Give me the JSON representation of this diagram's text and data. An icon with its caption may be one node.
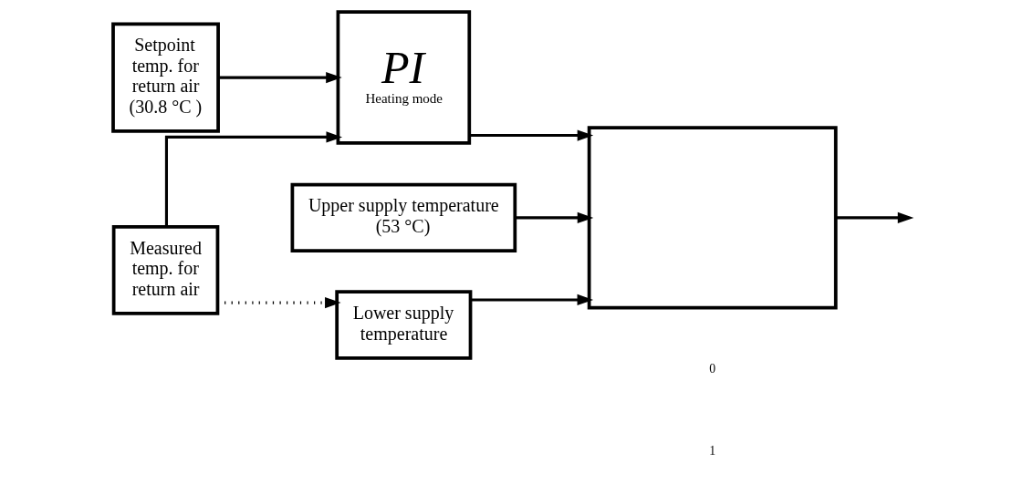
{
  "diagram": {
    "nodes": [
      {
        "text": [
          "Setpoint temp. for return air (30.8 °C )"
        ]
      },
      {
        "text": [
          "Measured temp. for return air"
        ]
      },
      {
        "text": [
          "PI",
          "Heating mode"
        ]
      },
      {
        "text": [
          "Upper supply temperature (53 °C)"
        ]
      },
      {
        "text": [
          "Lower supply temperature"
        ]
      },
      {
        "text": [],
        "shape": "box"
      }
    ],
    "edges": [
      {
        "from": 0,
        "to": 2,
        "arrow": "to"
      },
      {
        "from": 1,
        "to": 2,
        "arrow": "to"
      },
      {
        "from": 1,
        "to": 4,
        "arrow": "to",
        "style": "dashed"
      },
      {
        "from": 3,
        "to": 5,
        "arrow": "to"
      },
      {
        "from": 4,
        "to": 5,
        "arrow": "to"
      },
      {
        "from": 2,
        "to": 5,
        "arrow": "to"
      },
      {
        "from": 5,
        "to": null,
        "arrow": "to"
      }
    ],
    "labels": [
      "0",
      "1"
    ]
  }
}
